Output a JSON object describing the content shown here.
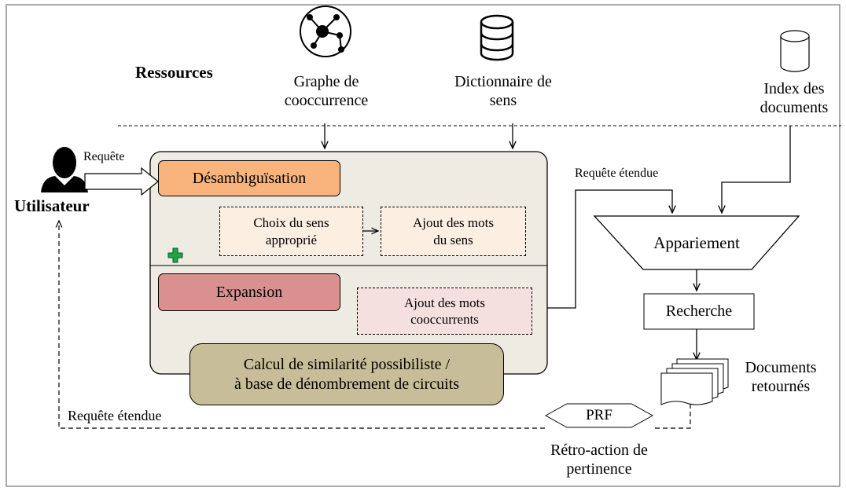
{
  "resources": {
    "heading": "Ressources",
    "cooccurrence_graph": [
      "Graphe de",
      "cooccurrence"
    ],
    "sense_dictionary": [
      "Dictionnaire de",
      "sens"
    ],
    "document_index": [
      "Index des",
      "documents"
    ]
  },
  "user": {
    "label": "Utilisateur",
    "query_label": "Requête"
  },
  "process": {
    "disambiguation": "Désambiguïsation",
    "choose_sense": [
      "Choix du sens",
      "approprié"
    ],
    "add_sense_words": [
      "Ajout des mots",
      "du sens"
    ],
    "expansion": "Expansion",
    "add_cooccurrent_words": [
      "Ajout des mots",
      "cooccurrents"
    ],
    "similarity": [
      "Calcul de similarité possibiliste /",
      "à base de dénombrement de circuits"
    ]
  },
  "retrieval": {
    "expanded_query_top": "Requête étendue",
    "matching": "Appariement",
    "search": "Recherche",
    "returned_docs": [
      "Documents",
      "retournés"
    ],
    "prf": "PRF",
    "relevance_feedback": [
      "Rétro-action de",
      "pertinence"
    ],
    "expanded_query_bottom": "Requête étendue"
  },
  "colors": {
    "panel_fill": "#eeebe3",
    "disambiguation_fill": "#f8b47c",
    "expansion_fill": "#db9090",
    "light_peach": "#fdeee2",
    "light_pink": "#f5e0e0",
    "similarity_fill": "#c7bd98",
    "plus_green": "#22a34a"
  }
}
